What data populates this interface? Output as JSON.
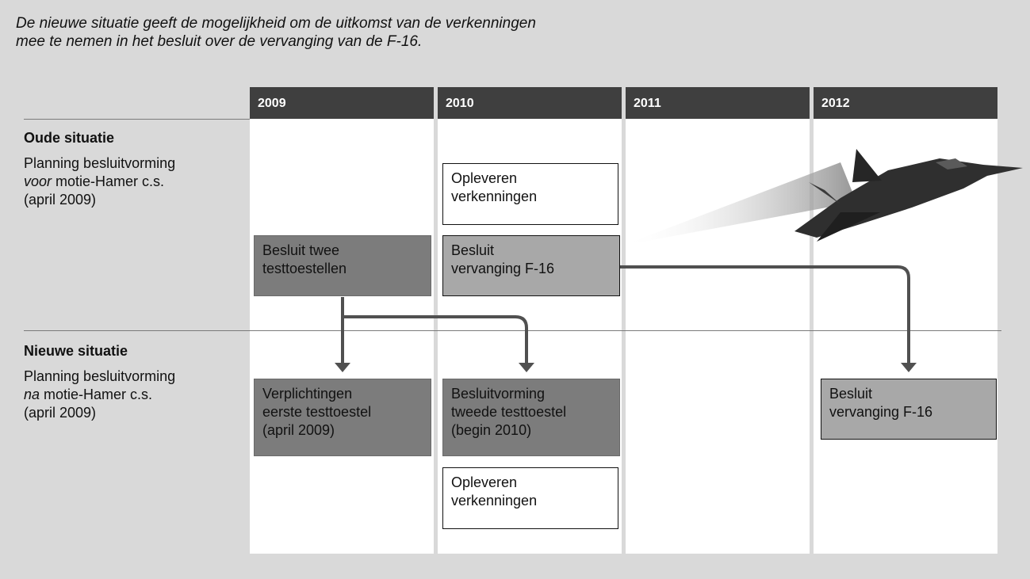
{
  "intro": {
    "line1": "De nieuwe situatie geeft de mogelijkheid om de uitkomst van de verkenningen",
    "line2": "mee te nemen in het besluit over de vervanging van de F-16."
  },
  "years": [
    "2009",
    "2010",
    "2011",
    "2012"
  ],
  "old": {
    "title": "Oude situatie",
    "sub_line1": "Planning besluitvorming",
    "sub_word_italic": "voor",
    "sub_line2_rest": " motie-Hamer c.s.",
    "sub_line3": "(april 2009)",
    "box_deliver": {
      "l1": "Opleveren",
      "l2": "verkenningen"
    },
    "box_two_test": {
      "l1": "Besluit twee",
      "l2": "testtoestellen"
    },
    "box_replace": {
      "l1": "Besluit",
      "l2": "vervanging F-16"
    }
  },
  "new": {
    "title": "Nieuwe situatie",
    "sub_line1": "Planning besluitvorming",
    "sub_word_italic": "na",
    "sub_line2_rest": " motie-Hamer c.s.",
    "sub_line3": "(april 2009)",
    "box_first_test": {
      "l1": "Verplichtingen",
      "l2": "eerste testtoestel",
      "l3": "(april 2009)"
    },
    "box_second_test": {
      "l1": "Besluitvorming",
      "l2": "tweede testtoestel",
      "l3": "(begin 2010)"
    },
    "box_deliver": {
      "l1": "Opleveren",
      "l2": "verkenningen"
    },
    "box_replace": {
      "l1": "Besluit",
      "l2": "vervanging F-16"
    }
  },
  "colors": {
    "background": "#d9d9d9",
    "header": "#3f3f3f",
    "dark_box": "#7c7c7c",
    "mid_box": "#a8a8a8",
    "arrow": "#505050"
  },
  "icons": [
    "fighter-jet-icon"
  ]
}
